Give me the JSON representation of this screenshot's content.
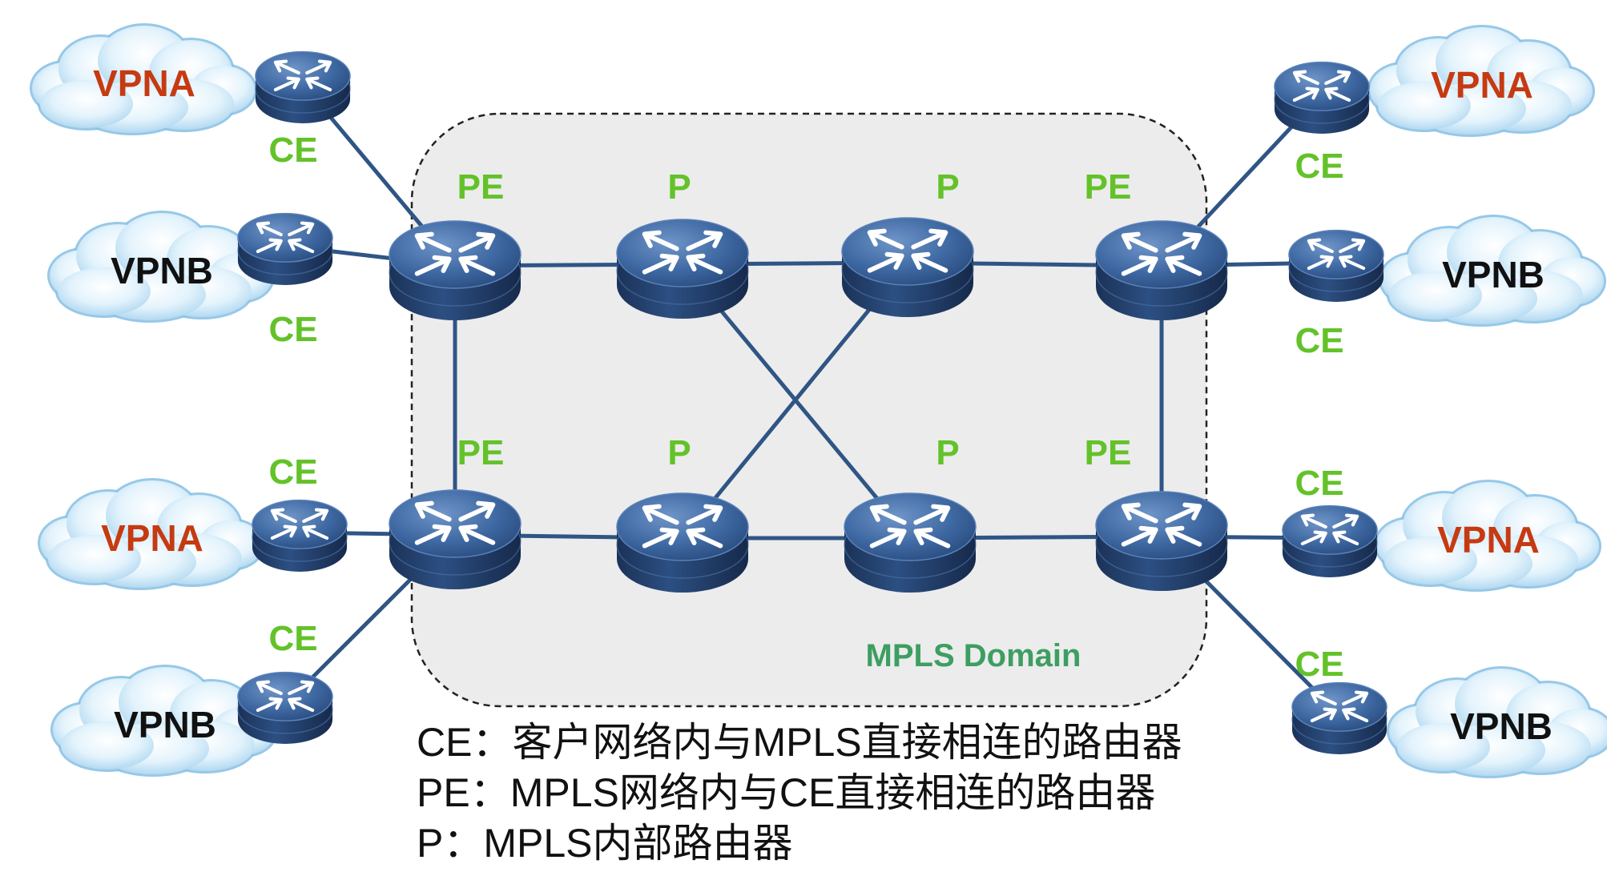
{
  "domain_label": "MPLS Domain",
  "node_labels": {
    "pe": "PE",
    "p": "P",
    "ce": "CE"
  },
  "sites": {
    "vpna": "VPNA",
    "vpnb": "VPNB"
  },
  "colors": {
    "vpna_text": "#c63a12",
    "vpnb_text": "#111111",
    "node_label": "#63c229",
    "domain_label": "#3e9e62",
    "link": "#2f5585",
    "router_top": "#3e6aa6",
    "router_side": "#23426f",
    "cloud_fill": "#d4ecfa"
  },
  "legend": [
    "CE：客户网络内与MPLS直接相连的路由器",
    "PE：MPLS网络内与CE直接相连的路由器",
    "P：MPLS内部路由器"
  ]
}
